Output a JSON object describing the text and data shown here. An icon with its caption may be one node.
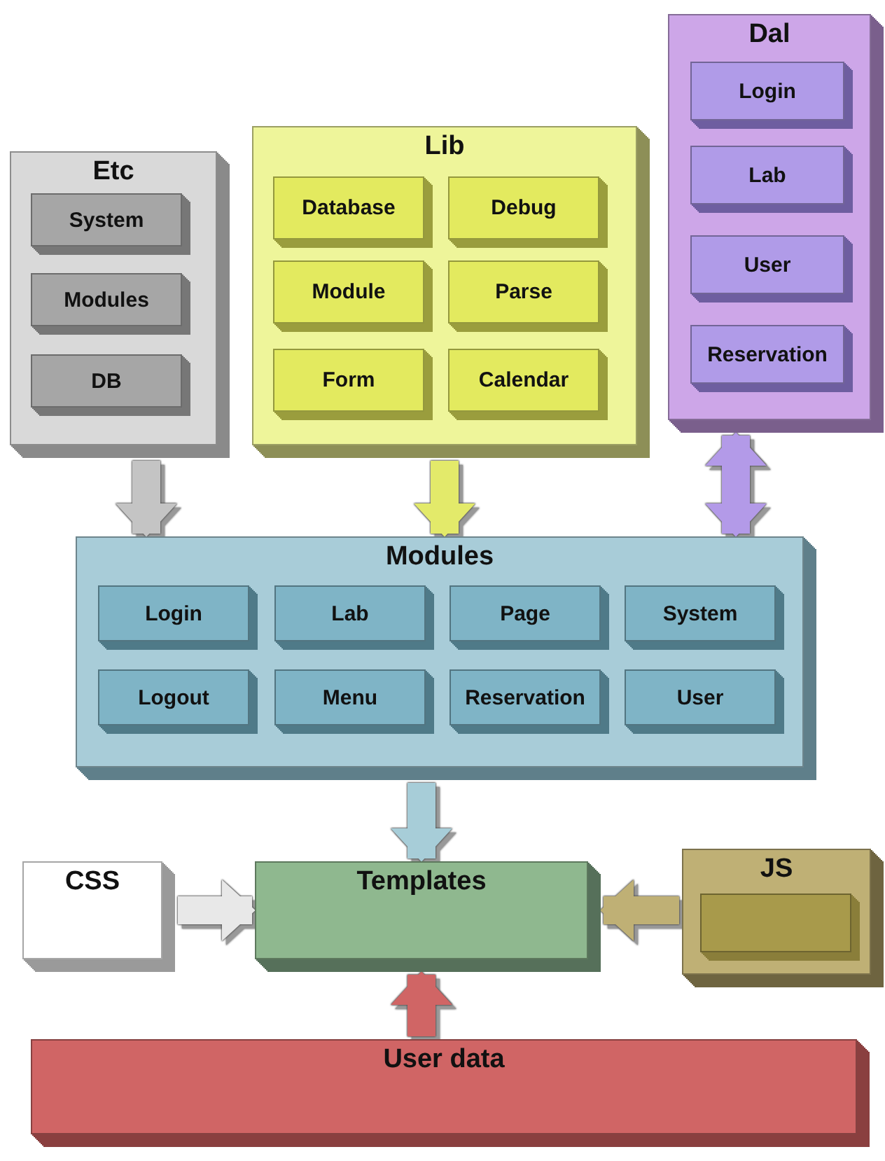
{
  "diagram": {
    "nodes": [
      {
        "text": [
          "Etc"
        ]
      },
      {
        "text": [
          "System"
        ],
        "in": 0
      },
      {
        "text": [
          "Modules"
        ],
        "in": 0
      },
      {
        "text": [
          "DB"
        ],
        "in": 0
      },
      {
        "text": [
          "Lib"
        ]
      },
      {
        "text": [
          "Database"
        ],
        "in": 4
      },
      {
        "text": [
          "Debug"
        ],
        "in": 4
      },
      {
        "text": [
          "Module"
        ],
        "in": 4
      },
      {
        "text": [
          "Parse"
        ],
        "in": 4
      },
      {
        "text": [
          "Form"
        ],
        "in": 4
      },
      {
        "text": [
          "Calendar"
        ],
        "in": 4
      },
      {
        "text": [
          "Dal"
        ]
      },
      {
        "text": [
          "Login"
        ],
        "in": 11
      },
      {
        "text": [
          "Lab"
        ],
        "in": 11
      },
      {
        "text": [
          "User"
        ],
        "in": 11
      },
      {
        "text": [
          "Reservation"
        ],
        "in": 11
      },
      {
        "text": [
          "Modules"
        ]
      },
      {
        "text": [
          "Login"
        ],
        "in": 16
      },
      {
        "text": [
          "Lab"
        ],
        "in": 16
      },
      {
        "text": [
          "Page"
        ],
        "in": 16
      },
      {
        "text": [
          "System"
        ],
        "in": 16
      },
      {
        "text": [
          "Logout"
        ],
        "in": 16
      },
      {
        "text": [
          "Menu"
        ],
        "in": 16
      },
      {
        "text": [
          "Reservation"
        ],
        "in": 16
      },
      {
        "text": [
          "User"
        ],
        "in": 16
      },
      {
        "text": [
          "CSS"
        ]
      },
      {
        "text": [
          "Templates"
        ]
      },
      {
        "text": [
          "JS"
        ]
      },
      {
        "text": [],
        "shape": "box",
        "in": 27
      },
      {
        "text": [
          "User data"
        ]
      }
    ],
    "edges": [
      {
        "from": 0,
        "to": 16,
        "arrow": "to",
        "color": "#c4c4c4"
      },
      {
        "from": 4,
        "to": 16,
        "arrow": "to",
        "color": "#e3ea6a"
      },
      {
        "from": 11,
        "to": 16,
        "arrow": "both",
        "color": "#b39ae8"
      },
      {
        "from": 16,
        "to": 26,
        "arrow": "to",
        "color": "#a7cdd8"
      },
      {
        "from": 25,
        "to": 26,
        "arrow": "to",
        "color": "#e8e8e8"
      },
      {
        "from": 27,
        "to": 26,
        "arrow": "to",
        "color": "#bfb075"
      },
      {
        "from": 29,
        "to": 26,
        "arrow": "to",
        "color": "#d06565"
      }
    ]
  }
}
